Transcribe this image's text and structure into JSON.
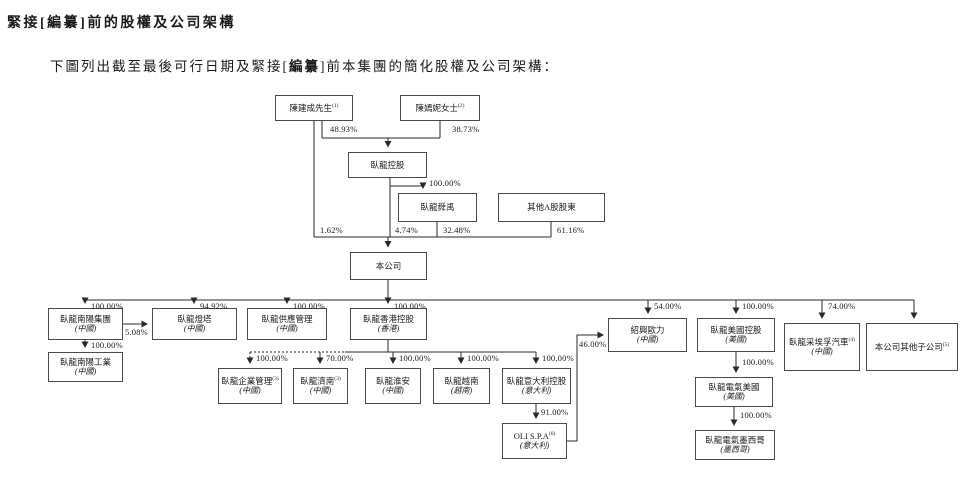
{
  "page": {
    "title": "緊接[編纂]前的股權及公司架構",
    "subtitle_pre": "下圖列出截至最後可行日期及緊接[",
    "subtitle_redacted": "編纂",
    "subtitle_post": "]前本集團的簡化股權及公司架構："
  },
  "chart": {
    "type": "org-structure-diagram",
    "nodes": {
      "chen_jiancheng": {
        "label": "陳建成先生",
        "sup": "(1)"
      },
      "chen_yanni": {
        "label": "陳嫣妮女士",
        "sup": "(2)"
      },
      "wolong_holding": {
        "label": "臥龍控股"
      },
      "wolong_shunyu": {
        "label": "臥龍舜禹"
      },
      "other_a_holders": {
        "label": "其他A股股東"
      },
      "company": {
        "label": "本公司"
      },
      "nanyang_group": {
        "label": "臥龍南陽集團",
        "origin": "(中國)"
      },
      "dengta": {
        "label": "臥龍燈塔",
        "origin": "(中國)"
      },
      "supply_mgmt": {
        "label": "臥龍供應管理",
        "origin": "(中國)"
      },
      "hk_holding": {
        "label": "臥龍香港控股",
        "origin": "(香港)"
      },
      "shaoxing_oli": {
        "label": "紹興歐力",
        "origin": "(中國)"
      },
      "us_holding": {
        "label": "臥龍美國控股",
        "origin": "(美國)"
      },
      "zf_auto": {
        "label": "臥龍采埃孚汽車",
        "sup": "(4)",
        "origin": "(中國)"
      },
      "other_subs": {
        "label": "本公司其他子公司",
        "sup": "(5)"
      },
      "nanyang_industry": {
        "label": "臥龍南陽工業",
        "origin": "(中國)"
      },
      "enterprise_mgmt": {
        "label": "臥龍企業管理",
        "sup": "(3)",
        "origin": "(中國)"
      },
      "jinan": {
        "label": "臥龍濟南",
        "sup": "(3)",
        "origin": "(中國)"
      },
      "huaian": {
        "label": "臥龍淮安",
        "origin": "(中國)"
      },
      "vietnam": {
        "label": "臥龍越南",
        "origin": "(越南)"
      },
      "italy_holding": {
        "label": "臥龍意大利控股",
        "origin": "(意大利)"
      },
      "oli_spa": {
        "label": "OLI S.P.A",
        "sup": "(6)",
        "origin": "(意大利)"
      },
      "us_electric": {
        "label": "臥龍電氣美國",
        "origin": "(美國)"
      },
      "mexico": {
        "label": "臥龍電氣墨西哥",
        "origin": "(墨西哥)"
      }
    },
    "ownership": {
      "chen_jiancheng_to_holding": "48.93%",
      "chen_yanni_to_holding": "38.73%",
      "holding_to_shunyu": "100.00%",
      "chen_jiancheng_to_company": "1.62%",
      "holding_to_company": "4.74%",
      "shunyu_to_company": "32.48%",
      "other_a_to_company": "61.16%",
      "company_to_nanyang_group": "100.00%",
      "company_to_dengta": "94.92%",
      "company_to_supply": "100.00%",
      "company_to_hk": "100.00%",
      "company_to_shaoxing_oli": "54.00%",
      "company_to_us_holding": "100.00%",
      "company_to_zf": "74.00%",
      "nanyang_group_to_dengta": "5.08%",
      "nanyang_group_to_industry": "100.00%",
      "hk_to_enterprise": "100.00%",
      "hk_to_jinan": "70.00%",
      "hk_to_huaian": "100.00%",
      "hk_to_vietnam": "100.00%",
      "hk_to_italy": "100.00%",
      "italy_to_oli": "91.00%",
      "oli_to_shaoxing": "46.00%",
      "us_holding_to_us_electric": "100.00%",
      "us_electric_to_mexico": "100.00%"
    }
  }
}
